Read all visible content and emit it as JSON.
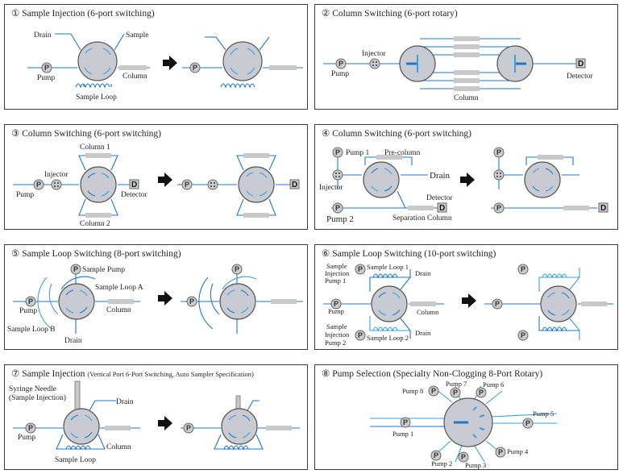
{
  "panels": [
    {
      "num": "①",
      "title": "Sample Injection (6-port switching)",
      "labels": {
        "drain": "Drain",
        "sample": "Sample",
        "pump": "Pump",
        "column": "Column",
        "loop": "Sample Loop"
      }
    },
    {
      "num": "②",
      "title": "Column Switching (6-port rotary)",
      "labels": {
        "injector": "Injector",
        "pump": "Pump",
        "column": "Column",
        "detector": "Detector"
      }
    },
    {
      "num": "③",
      "title": "Column Switching (6-port switching)",
      "labels": {
        "column1": "Column 1",
        "column2": "Column 2",
        "injector": "Injector",
        "pump": "Pump",
        "detector": "Detector"
      }
    },
    {
      "num": "④",
      "title": "Column Switching (6-port switching)",
      "labels": {
        "pump1": "Pump 1",
        "precolumn": "Pre-column",
        "drain": "Drain",
        "injector": "Injector",
        "detector": "Detector",
        "pump2": "Pump 2",
        "sepcolumn": "Separation Column"
      }
    },
    {
      "num": "⑤",
      "title": "Sample Loop Switching (8-port switching)",
      "labels": {
        "samplepump": "Sample Pump",
        "loopa": "Sample Loop A",
        "pump": "Pump",
        "column": "Column",
        "loopb": "Sample Loop B",
        "drain": "Drain"
      }
    },
    {
      "num": "⑥",
      "title": "Sample Loop Switching (10-port switching)",
      "labels": {
        "sip1a": "Sample",
        "sip1b": "Injection",
        "sip1c": "Pump 1",
        "loop1": "Sample Loop 1",
        "drain1": "Drain",
        "pump": "Pump",
        "column": "Column",
        "sip2a": "Sample",
        "sip2b": "Injection",
        "sip2c": "Pump 2",
        "loop2": "Sample Loop 2",
        "drain2": "Drain"
      }
    },
    {
      "num": "⑦",
      "title": "Sample Injection",
      "subtitle": "(Vertical Port 6-Port Switching, Auto Sampler Specification)",
      "labels": {
        "needle1": "Syringe Needle",
        "needle2": "(Sample Injection)",
        "drain": "Drain",
        "pump": "Pump",
        "column": "Column",
        "loop": "Sample Loop"
      }
    },
    {
      "num": "⑧",
      "title": "Pump Selection (Specialty Non-Clogging 8-Port Rotary)",
      "labels": {
        "p1": "Pump 1",
        "p2": "Pump 2",
        "p3": "Pump 3",
        "p4": "Pump 4",
        "p5": "Pump 5",
        "p6": "Pump 6",
        "p7": "Pump 7",
        "p8": "Pump 8"
      }
    }
  ],
  "symbols": {
    "pump": "P",
    "detector": "D"
  },
  "colors": {
    "line": "#1e78c8",
    "line_light": "#3aa0e0",
    "valve": "#c8ccd2",
    "column": "#c9c9c9",
    "arrow": "#111111"
  }
}
